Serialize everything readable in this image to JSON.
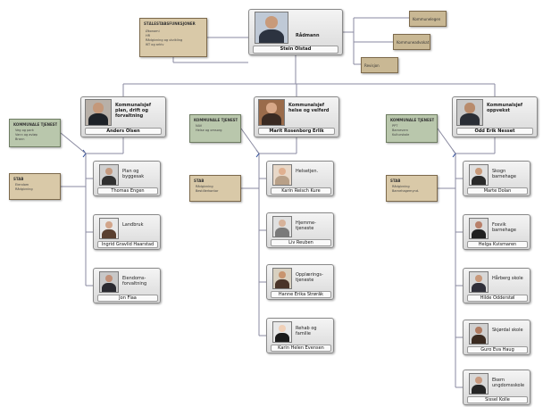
{
  "colors": {
    "line": "#8a8aa0",
    "tan": "#d9c9a8",
    "green": "#b9c7ac",
    "box": "#e6e6e6"
  },
  "top": {
    "role": "Rådmann",
    "name": "Stein Olstad",
    "note": {
      "title": "STÅLESTABSFUNKSJONER",
      "lines": [
        "Økonomi",
        "HR",
        "Rådgivning og utvikling",
        "IKT og arkiv"
      ]
    },
    "small_boxes": [
      "Kommunelegen",
      "Kommuneadvokat",
      "Revisjon"
    ]
  },
  "units": [
    {
      "leader_role": "Kommunalsjef plan, drift og forvaltning",
      "leader_name": "Anders Olsen",
      "green_note": {
        "title": "KOMMUNALE TJENESTER",
        "lines": [
          "Veg og park",
          "Vann og avløp",
          "Brann"
        ]
      },
      "tan_note": {
        "title": "STAB",
        "lines": [
          "Eiendom",
          "Rådgivning"
        ]
      },
      "subs": [
        {
          "role": "Plan og byggesak",
          "name": "Thomas Engen"
        },
        {
          "role": "Landbruk",
          "name": "Ingrid Gravlid Haarstad"
        },
        {
          "role": "Eiendoms-forvaltning",
          "name": "Jon Flaa"
        }
      ]
    },
    {
      "leader_role": "Kommunalsjef helse og velferd",
      "leader_name": "Marit Rosenborg Erlik",
      "green_note": {
        "title": "KOMMUNALE TJENESTER",
        "lines": [
          "NAV",
          "Helse og omsorg"
        ]
      },
      "tan_note": {
        "title": "STAB",
        "lines": [
          "Rådgivning",
          "Bestillerkontor"
        ]
      },
      "subs": [
        {
          "role": "Helsetjen.",
          "name": "Karin Reisch Kure"
        },
        {
          "role": "Hjemme-tjeneste",
          "name": "Liv Reuben"
        },
        {
          "role": "Opplærings-tjeneste",
          "name": "Hanne Erika Strøråk"
        },
        {
          "role": "Rehab og familie",
          "name": "Karin Helen Evensen"
        }
      ]
    },
    {
      "leader_role": "Kommunalsjef oppvekst",
      "leader_name": "Odd Erik Nesset",
      "green_note": {
        "title": "KOMMUNALE TJENESTER",
        "lines": [
          "PPT",
          "Barnevern",
          "Kulturskole"
        ]
      },
      "tan_note": {
        "title": "STAB",
        "lines": [
          "Rådgivning",
          "Barnehagemynd."
        ]
      },
      "subs": [
        {
          "role": "Skogn barnehage",
          "name": "Marte Dolan"
        },
        {
          "role": "Fosvik barnehage",
          "name": "Helga Kvismaren"
        },
        {
          "role": "Hårberg skole",
          "name": "Hilde Odderstøl"
        },
        {
          "role": "Skjørdal skole",
          "name": "Guro Eva Haug"
        },
        {
          "role": "Ekern ungdomsskole",
          "name": "Sissel Kolle"
        }
      ]
    }
  ]
}
